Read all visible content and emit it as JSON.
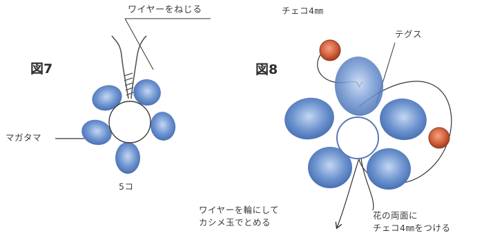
{
  "labels": {
    "wire_twist": "ワイヤーをねじる",
    "fig7": "図7",
    "magatama": "マガタマ",
    "count": "5コ",
    "czech_top": "チェコ4㎜",
    "tegusu": "テグス",
    "fig8": "図8",
    "wire_loop_line1": "ワイヤーを輪にして",
    "wire_loop_line2": "カシメ玉でとめる",
    "both_sides_line1": "花の両面に",
    "both_sides_line2": "チェコ4㎜をつける"
  },
  "colors": {
    "petal_fill": "#6f95d0",
    "petal_light": "#a9c4ea",
    "petal_dark": "#3f67ad",
    "czech_bead": "#d4623d",
    "line": "#333333"
  }
}
